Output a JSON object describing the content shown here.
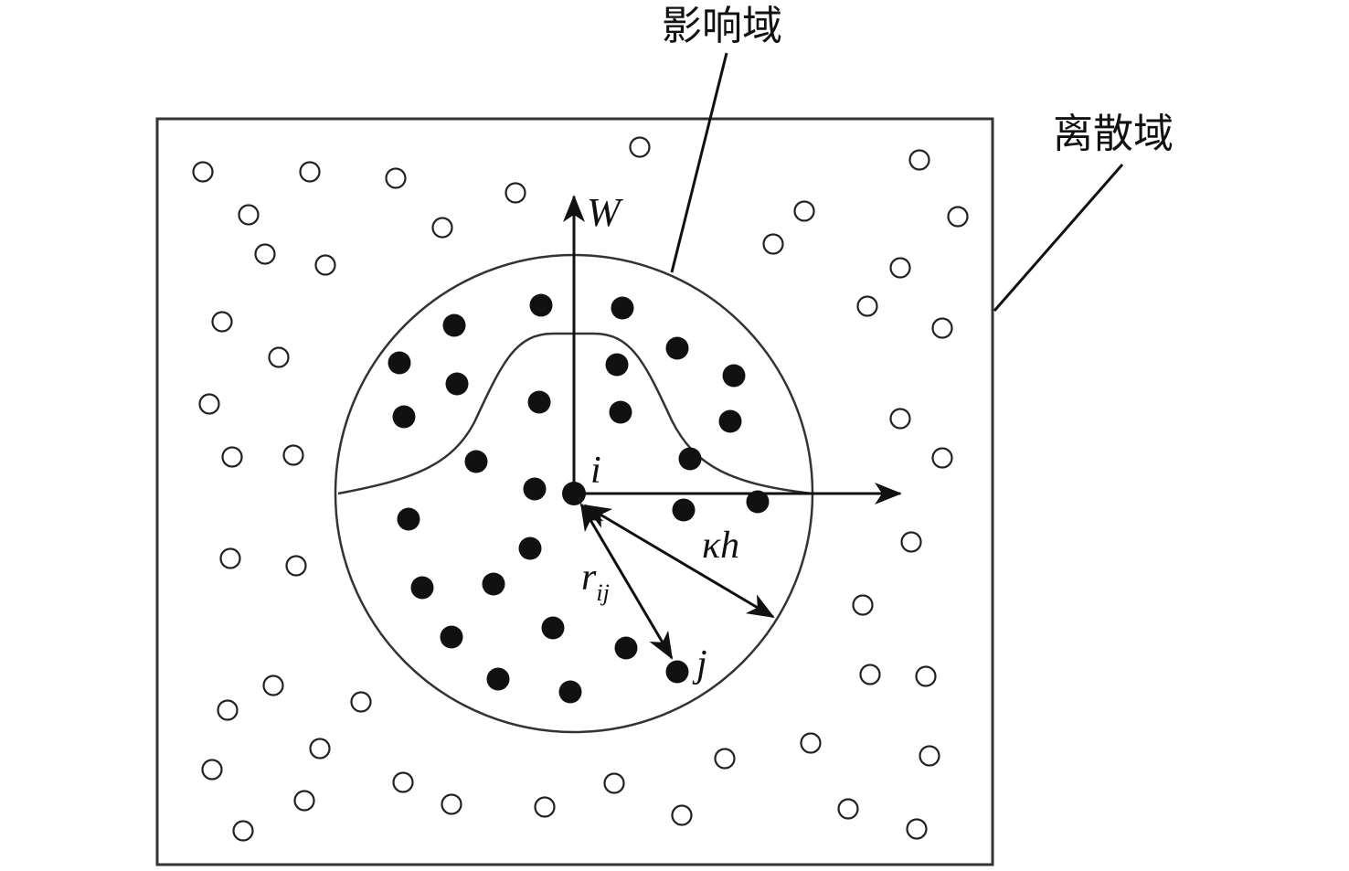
{
  "labels": {
    "influence_domain": "影响域",
    "discrete_domain": "离散域",
    "axis_w": "W",
    "particle_i": "i",
    "particle_j": "j",
    "smoothing_radius": "κh",
    "distance_r": "r",
    "distance_sub": "ij"
  },
  "colors": {
    "stroke": "#222222",
    "filled": "#111111"
  }
}
